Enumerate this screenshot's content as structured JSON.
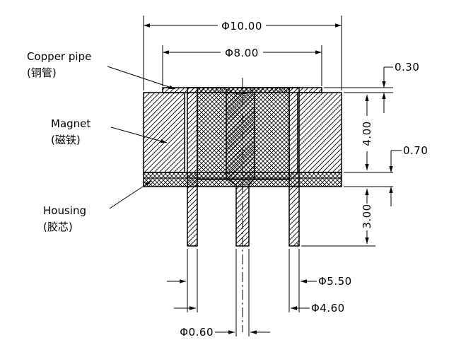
{
  "labels": {
    "copper_pipe_en": "Copper pipe",
    "copper_pipe_cn": "(铜管)",
    "magnet_en": "Magnet",
    "magnet_cn": "(磁铁)",
    "housing_en": "Housing",
    "housing_cn": "(胶芯)"
  },
  "dimensions": {
    "d_outer": "Φ10.00",
    "d_pipe": "Φ8.00",
    "t_cap": "0.30",
    "h_magnet": "4.00",
    "t_housing": "0.70",
    "h_pins": "3.00",
    "d_pin_outer": "Φ5.50",
    "d_pin_inner": "Φ4.60",
    "d_center_pin": "Φ0.60"
  }
}
